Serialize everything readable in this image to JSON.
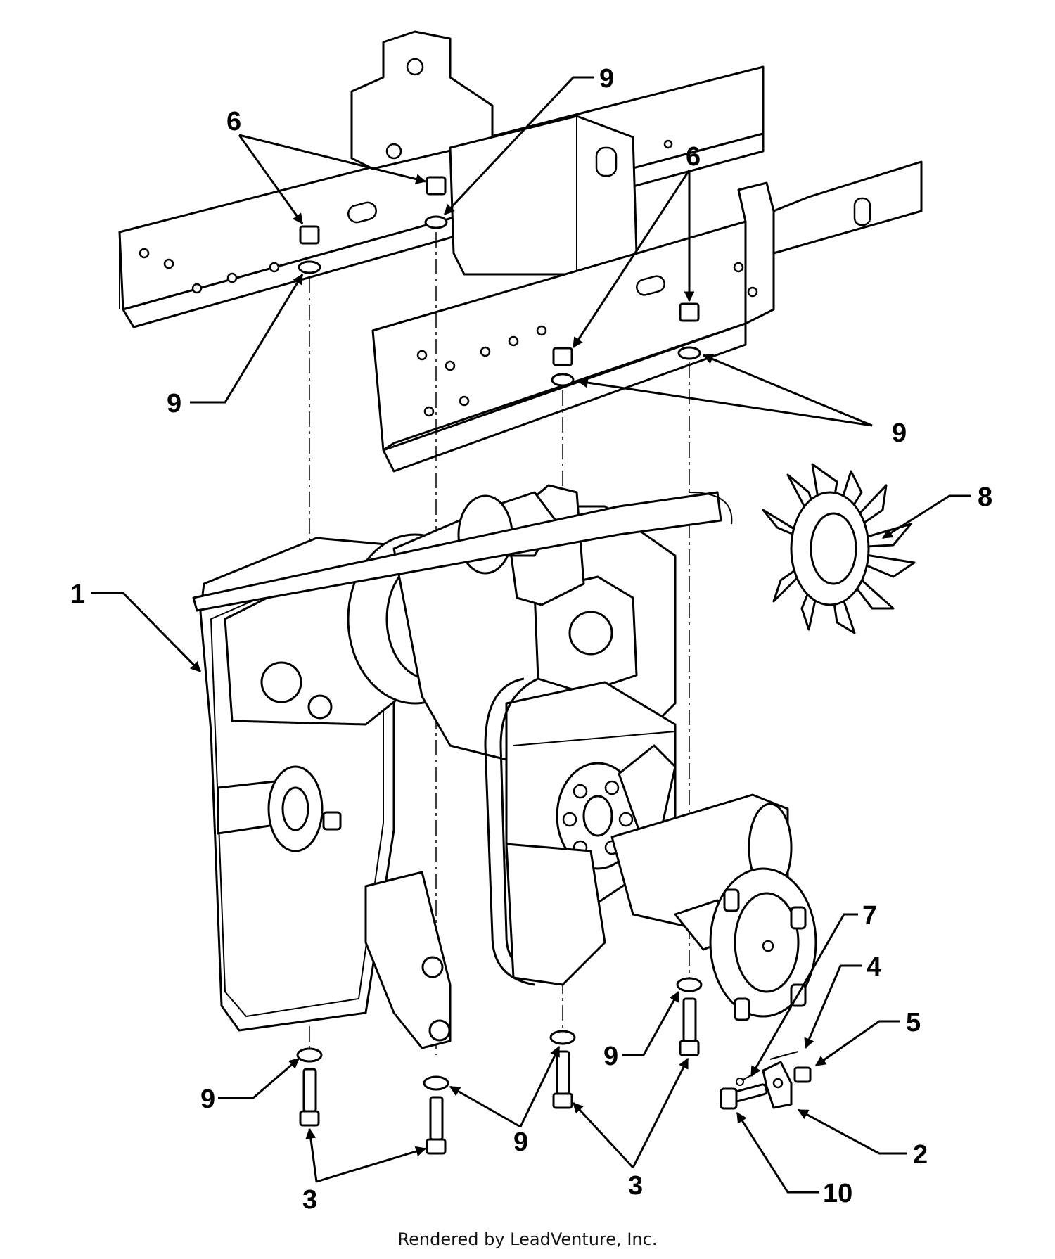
{
  "diagram": {
    "callouts": {
      "c1": "1",
      "c2": "2",
      "c3a": "3",
      "c3b": "3",
      "c4": "4",
      "c5": "5",
      "c6a": "6",
      "c6b": "6",
      "c7": "7",
      "c8": "8",
      "c9a": "9",
      "c9b": "9",
      "c9c": "9",
      "c9d": "9",
      "c9e": "9",
      "c9f": "9",
      "c10": "10"
    },
    "footer": "Rendered by LeadVenture, Inc."
  }
}
